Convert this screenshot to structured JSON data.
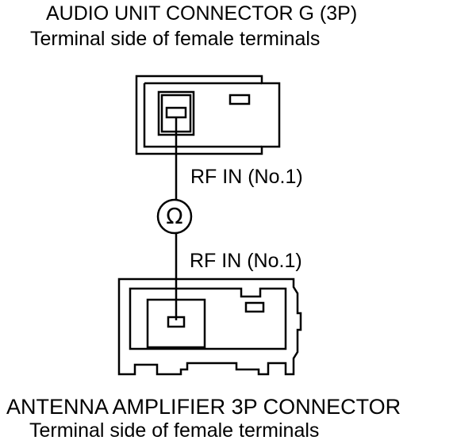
{
  "audio_connector": {
    "title": "AUDIO UNIT CONNECTOR G (3P)",
    "subtitle": "Terminal side of female terminals"
  },
  "antenna_connector": {
    "title": "ANTENNA AMPLIFIER 3P CONNECTOR",
    "subtitle": "Terminal side of female terminals"
  },
  "wire": {
    "upper_label": "RF IN (No.1)",
    "lower_label": "RF IN (No.1)",
    "meter_symbol": "Ω"
  },
  "colors": {
    "line": "#000000",
    "background": "#ffffff"
  }
}
